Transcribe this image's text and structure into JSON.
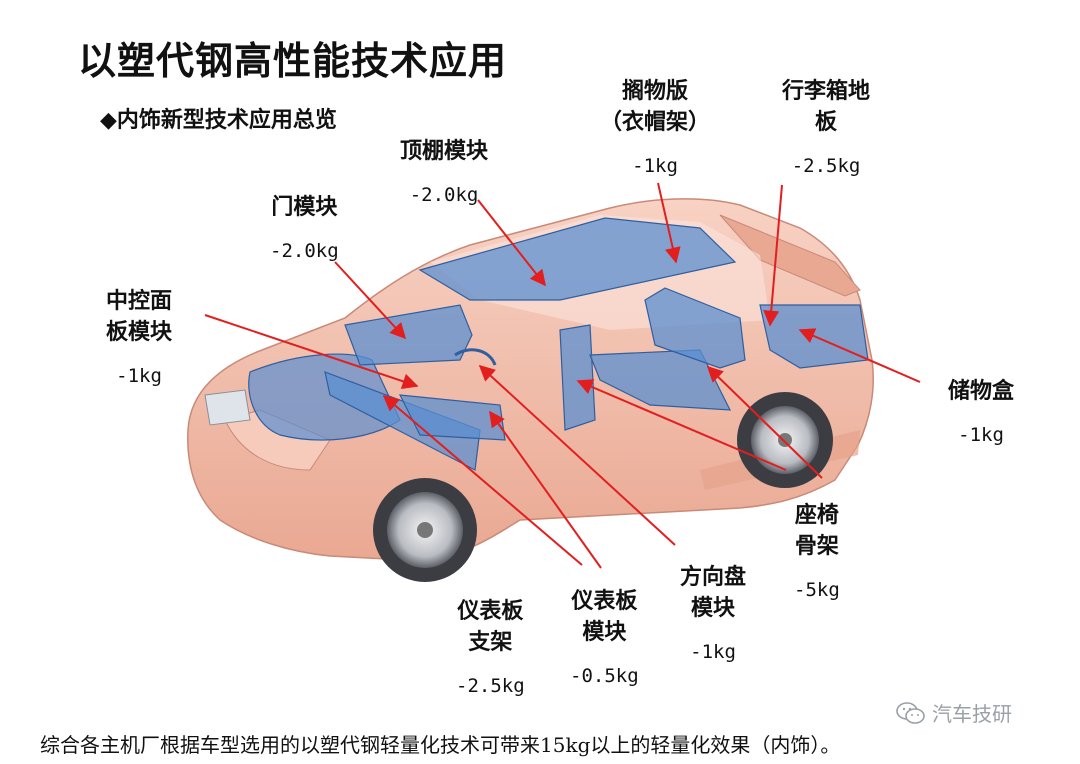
{
  "title": "以塑代钢高性能技术应用",
  "subtitle": "◆内饰新型技术应用总览",
  "colors": {
    "arrow": "#e21e1e",
    "car_body": "#f2b9a6",
    "component_blue": "#5b8fd0"
  },
  "labels": {
    "headliner": {
      "name": "顶棚模块",
      "weight": "-2.0kg"
    },
    "door": {
      "name": "门模块",
      "weight": "-2.0kg"
    },
    "center_console": {
      "name": "中控面板模块",
      "line1": "中控面",
      "line2": "板模块",
      "weight": "-1kg"
    },
    "parcel_shelf": {
      "line1": "搁物版",
      "line2": "（衣帽架）",
      "weight": "-1kg"
    },
    "trunk_floor": {
      "line1": "行李箱地",
      "line2": "板",
      "weight": "-2.5kg"
    },
    "storage_box": {
      "name": "储物盒",
      "weight": "-1kg"
    },
    "seat_frame": {
      "line1": "座椅",
      "line2": "骨架",
      "weight": "-5kg"
    },
    "steering_wheel": {
      "line1": "方向盘",
      "line2": "模块",
      "weight": "-1kg"
    },
    "ip_module": {
      "line1": "仪表板",
      "line2": "模块",
      "weight": "-0.5kg"
    },
    "ip_bracket": {
      "line1": "仪表板",
      "line2": "支架",
      "weight": "-2.5kg"
    }
  },
  "footer": "综合各主机厂根据车型选用的以塑代钢轻量化技术可带来15kg以上的轻量化效果（内饰）。",
  "watermark": "汽车技研",
  "icons": {
    "watermark": "wechat-icon"
  }
}
